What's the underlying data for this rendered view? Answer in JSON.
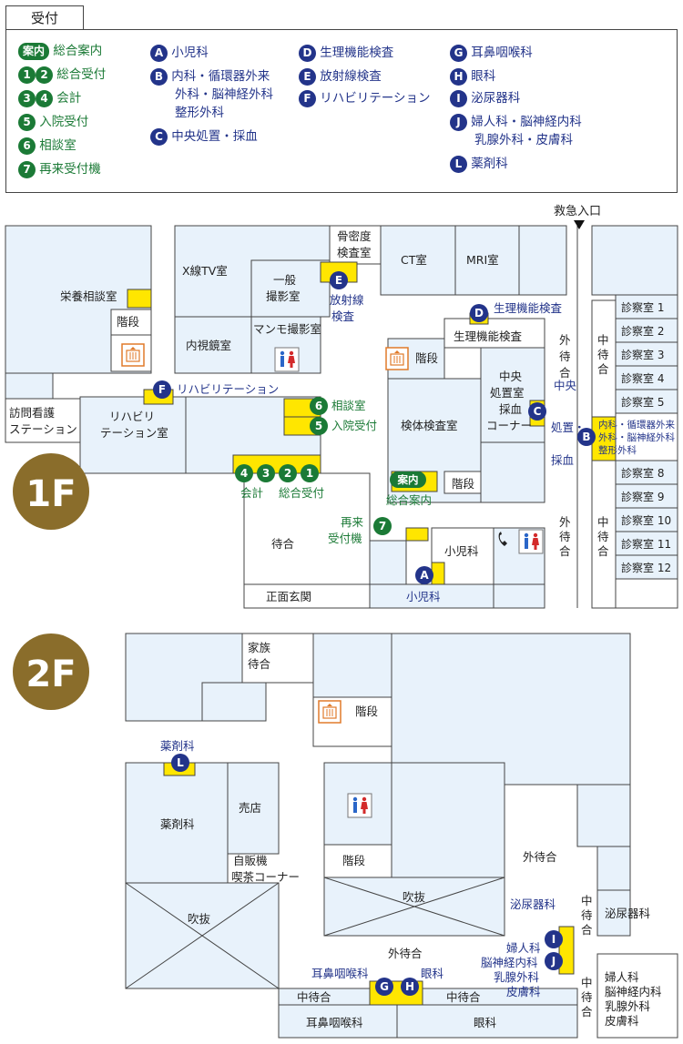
{
  "legend": {
    "tab": "受付",
    "green_items": [
      {
        "badges": [
          "案内"
        ],
        "label": "総合案内"
      },
      {
        "badges": [
          "1",
          "2"
        ],
        "label": "総合受付"
      },
      {
        "badges": [
          "3",
          "4"
        ],
        "label": "会計"
      },
      {
        "badges": [
          "5"
        ],
        "label": "入院受付"
      },
      {
        "badges": [
          "6"
        ],
        "label": "相談室"
      },
      {
        "badges": [
          "7"
        ],
        "label": "再来受付機"
      }
    ],
    "blue_items": [
      {
        "badge": "A",
        "lines": [
          "小児科"
        ]
      },
      {
        "badge": "B",
        "lines": [
          "内科・循環器外来",
          "外科・脳神経外科",
          "整形外科"
        ]
      },
      {
        "badge": "C",
        "lines": [
          "中央処置・採血"
        ]
      },
      {
        "badge": "D",
        "lines": [
          "生理機能検査"
        ]
      },
      {
        "badge": "E",
        "lines": [
          "放射線検査"
        ]
      },
      {
        "badge": "F",
        "lines": [
          "リハビリテーション"
        ]
      },
      {
        "badge": "G",
        "lines": [
          "耳鼻咽喉科"
        ]
      },
      {
        "badge": "H",
        "lines": [
          "眼科"
        ]
      },
      {
        "badge": "I",
        "lines": [
          "泌尿器科"
        ]
      },
      {
        "badge": "J",
        "lines": [
          "婦人科・脳神経内科",
          "乳腺外科・皮膚科"
        ]
      },
      {
        "badge": "L",
        "lines": [
          "薬剤科"
        ]
      }
    ]
  },
  "floor1": {
    "badge": "1F",
    "emergency": "救急入口",
    "rooms": {
      "eiyo": "栄養相談室",
      "kaidan1": "階段",
      "homon": [
        "訪問看護",
        "ステーション"
      ],
      "reha": [
        "リハビリ",
        "テーション室"
      ],
      "xtv": "X線TV室",
      "naishi": "内視鏡室",
      "ippan": [
        "一般",
        "撮影室"
      ],
      "mammo": "マンモ撮影室",
      "kotsu": [
        "骨密度",
        "検査室"
      ],
      "ct": "CT室",
      "mri": "MRI室",
      "kaidan2": "階段",
      "seiri": "生理機能検査",
      "chuo": [
        "中央",
        "処置室",
        "採血",
        "コーナー"
      ],
      "kentai": "検体検査室",
      "kaidan3": "階段",
      "machiai": "待合",
      "genkan": "正面玄関",
      "shonika": "小児科",
      "sotomachi": [
        "外",
        "待",
        "合"
      ],
      "nakamachi": [
        "中",
        "待",
        "合"
      ]
    },
    "exam_rooms": [
      "診察室 1",
      "診察室 2",
      "診察室 3",
      "診察室 4",
      "診察室 5",
      "診察室 8",
      "診察室 9",
      "診察室 10",
      "診察室 11",
      "診察室 12"
    ],
    "labels": {
      "E": [
        "放射線",
        "検査"
      ],
      "F": "リハビリテーション",
      "D": "生理機能検査",
      "C": [
        "中央",
        "処置・",
        "採血"
      ],
      "B": [
        "内科・循環器外来",
        "外科・脳神経外科",
        "整形外科"
      ],
      "A": "小児科",
      "kaikei": "会計",
      "sogo_uketsuke": "総合受付",
      "sodan": "相談室",
      "nyuin": "入院受付",
      "annai_label": "総合案内",
      "annai_badge": "案内",
      "sairai": [
        "再来",
        "受付機"
      ]
    }
  },
  "floor2": {
    "badge": "2F",
    "rooms": {
      "kazoku": [
        "家族",
        "待合"
      ],
      "kaidan1": "階段",
      "yakuzai": "薬剤科",
      "baiten": "売店",
      "jihanki": [
        "自販機",
        "喫茶コーナー"
      ],
      "kaidan2": "階段",
      "fukinuke1": "吹抜",
      "fukinuke2": "吹抜",
      "sotomachi1": "外待合",
      "sotomachi2": "外待合",
      "hinyo": "泌尿器科",
      "fujinka": [
        "婦人科",
        "脳神経内科",
        "乳腺外科",
        "皮膚科"
      ],
      "nakamachi1": "中待合",
      "nakamachi2": "中待合",
      "jibi": "耳鼻咽喉科",
      "ganka": "眼科",
      "nakamachi_v1": [
        "中",
        "待",
        "合"
      ],
      "nakamachi_v2": [
        "中",
        "待",
        "合"
      ]
    },
    "labels": {
      "L": "薬剤科",
      "I": "泌尿器科",
      "J": [
        "婦人科",
        "脳神経内科",
        "乳腺外科",
        "皮膚科"
      ],
      "G": "耳鼻咽喉科",
      "H": "眼科"
    }
  },
  "colors": {
    "room_fill": "#e8f2fb",
    "wall": "#444444",
    "yellow": "#ffe600",
    "green": "#1b7a36",
    "blue": "#23348a",
    "floor_badge": "#8a6d2b"
  }
}
